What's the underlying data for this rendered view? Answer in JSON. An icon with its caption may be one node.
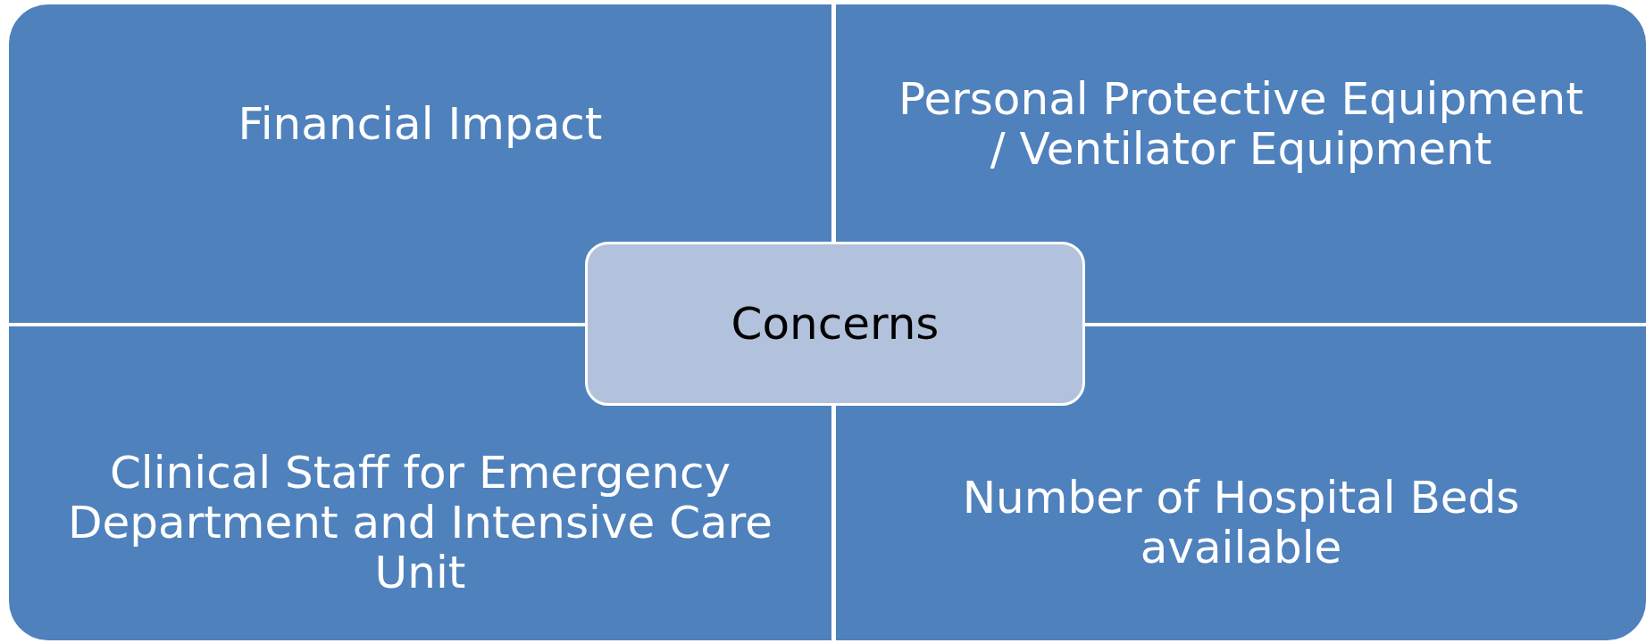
{
  "diagram": {
    "nodes": [
      {
        "text": [
          "Financial Impact"
        ]
      },
      {
        "text": [
          "Personal Protective Equipment / Ventilator Equipment"
        ]
      },
      {
        "text": [
          "Concerns"
        ]
      },
      {
        "text": [
          "Clinical Staff for Emergency Department and Intensive Care Unit"
        ]
      },
      {
        "text": [
          "Number of Hospital Beds available"
        ]
      }
    ]
  }
}
